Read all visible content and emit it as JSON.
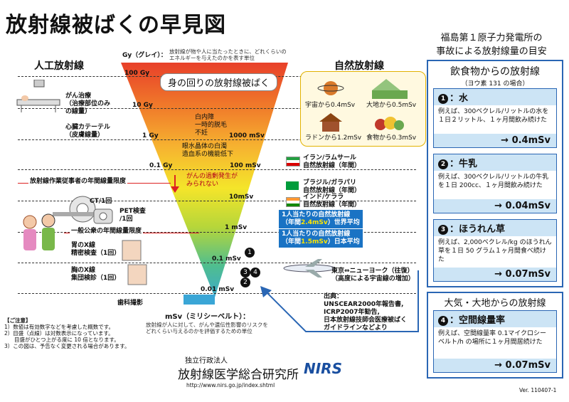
{
  "title": "放射線被ばくの早見図",
  "header_right": {
    "line1": "福島第１原子力発電所の",
    "line2": "事故による放射線量の目安"
  },
  "left_heading": "人工放射線",
  "right_heading": "自然放射線",
  "gy_label": {
    "main": "Gy（グレイ）：",
    "desc1": "放射線が物や人に当たったときに、どれくらいの",
    "desc2": "エネルギーを与えたのかを表す単位"
  },
  "funnel_box": "身の回りの放射線被ばく",
  "scale": {
    "gy_100": "100 Gy",
    "gy_10": "10 Gy",
    "gy_1": "1 Gy",
    "gy_01": "0.1 Gy",
    "msv_1000": "1000 mSv",
    "msv_100": "100 mSv",
    "msv_10": "10mSv",
    "msv_1": "1 mSv",
    "msv_01": "0.1 mSv",
    "msv_001": "0.01 mSv"
  },
  "effects": [
    "白内障",
    "一時的脱毛",
    "不妊",
    "眼水晶体の白濁",
    "造血系の機能低下"
  ],
  "cancer_note": {
    "l1": "がんの過剰発生が",
    "l2": "みられない"
  },
  "left_items": {
    "cancer_l1": "がん治療",
    "cancer_l2": "（治療部位のみ",
    "cancer_l3": "の線量）",
    "cath_l1": "心臓カテーテル",
    "cath_l2": "（皮膚線量）",
    "worker": "放射線作業従事者の年間線量限度",
    "ct": "CT/1回",
    "pet_l1": "PET検査",
    "pet_l2": "/1回",
    "public": "一般公衆の年間線量限度",
    "stomach_l1": "胃のX線",
    "stomach_l2": "精密検査（1回）",
    "chest_l1": "胸のX線",
    "chest_l2": "集団検診（1回）",
    "dental": "歯科撮影"
  },
  "natural": {
    "space": "宇宙から0.4mSv",
    "earth": "大地から0.5mSv",
    "radon": "ラドンから1.2mSv",
    "food": "食物から0.3mSv"
  },
  "regions": [
    {
      "l1": "イラン/ラムサール",
      "l2": "自然放射線（年間）"
    },
    {
      "l1": "ブラジル/ガラパリ",
      "l2": "自然放射線（年間）"
    },
    {
      "l1": "インド/ケララ",
      "l2": "自然放射線（年間）"
    }
  ],
  "world_avg": {
    "l1": "1人当たりの自然放射線",
    "l2a": "（年間",
    "l2b": "2.4mSv",
    "l2c": "）世界平均"
  },
  "japan_avg": {
    "l1": "1人当たりの自然放射線",
    "l2a": "（年間",
    "l2b": "1.5mSv",
    "l2c": "）日本平均"
  },
  "flight": {
    "l1": "東京⇔ニューヨーク（往復）",
    "l2": "（高度による宇宙線の増加）"
  },
  "source": {
    "l1": "出典：",
    "l2": "UNSCEAR2000年報告書,",
    "l3": "ICRP2007年勧告,",
    "l4": "日本放射線技師会医療被ばく",
    "l5": "ガイドラインなどより"
  },
  "msv_def": {
    "main": "mSv（ミリシーベルト）：",
    "d1": "放射線が人に対して、がんや遺伝性影響のリスクを",
    "d2": "どれくらい与えるのかを評価するための単位"
  },
  "notes": {
    "head": "【ご注意】",
    "n1": "1）数値は有効数字などを考慮した概数です。",
    "n2": "2）目盛（点線）は対数表示になっています。",
    "n2b": "目盛がひとつ上がる度に 10 倍となります。",
    "n3": "3）この図は、予告なく変更される場合があります。"
  },
  "org": {
    "l1": "独立行政法人",
    "l2": "放射線医学総合研究所",
    "logo": "NIRS",
    "url": "http://www.nirs.go.jp/index.shtml"
  },
  "version": "Ver. 110407-1",
  "markers": [
    "1",
    "3",
    "4",
    "2"
  ],
  "panel_food": {
    "title": "飲食物からの放射線",
    "sub": "（ヨウ素 131 の場合）",
    "cards": [
      {
        "num": "1",
        "head": "：水",
        "body": "例えば、300ベクレル/リットルの水を１日２リットル、１ヶ月間飲み続けた",
        "result": "→ 0.4mSv"
      },
      {
        "num": "2",
        "head": "：牛乳",
        "body": "例えば、300ベクレル/リットルの牛乳を１日 200cc、１ヶ月間飲み続けた",
        "result": "→ 0.04mSv"
      },
      {
        "num": "3",
        "head": "：ほうれん草",
        "body": "例えば、2,000ベクレル/kg のほうれん草を１日 50 グラム１ヶ月間食べ続けた",
        "result": "→ 0.07mSv"
      }
    ]
  },
  "panel_air": {
    "title": "大気・大地からの放射線",
    "card": {
      "num": "4",
      "head": "：空間線量率",
      "body": "例えば、空間線量率 0.1マイクロシーベルト/h の場所に１ヶ月間居続けた",
      "result": "→ 0.07mSv"
    }
  }
}
